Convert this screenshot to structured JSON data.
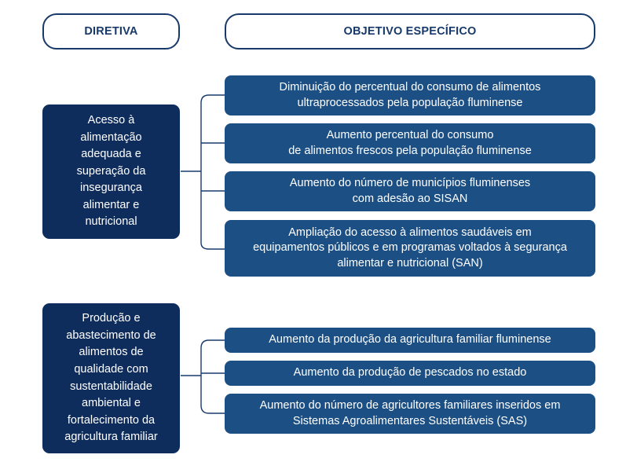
{
  "headers": {
    "directive": "DIRETIVA",
    "objective": "OBJETIVO ESPECÍFICO"
  },
  "groups": [
    {
      "directive": "Acesso à\nalimentação\nadequada e\nsuperação da\ninsegurança\nalimentar e\nnutricional",
      "objectives": [
        "Diminuição do percentual do consumo de alimentos\nultraprocessados pela população fluminense",
        "Aumento percentual do consumo\nde alimentos frescos pela população fluminense",
        "Aumento do número de municípios fluminenses\ncom adesão ao SISAN",
        "Ampliação do acesso à alimentos saudáveis em\nequipamentos públicos e em programas voltados à segurança\nalimentar e nutricional (SAN)"
      ]
    },
    {
      "directive": "Produção e\nabastecimento de\nalimentos de\nqualidade com\nsustentabilidade\nambiental e\nfortalecimento da\nagricultura familiar",
      "objectives": [
        "Aumento da produção da agricultura familiar fluminense",
        "Aumento da produção de pescados no estado",
        "Aumento do número de agricultores familiares inseridos em\nSistemas Agroalimentares Sustentáveis (SAS)"
      ]
    }
  ],
  "colors": {
    "directive_fill": "#0f2d5c",
    "objective_fill": "#1c4f84",
    "outline": "#183a6b"
  }
}
